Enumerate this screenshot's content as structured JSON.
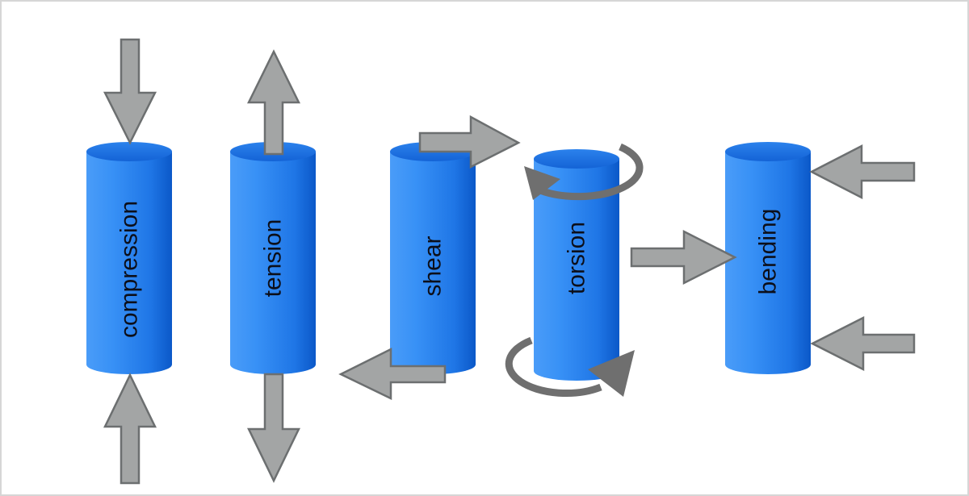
{
  "diagram": {
    "colors": {
      "cylinder_light": "#5aa8ff",
      "cylinder_mid": "#2f86ee",
      "cylinder_dark": "#0b58c8",
      "cylinder_top": "#1c70de",
      "arrow_fill": "#a3a5a5",
      "arrow_stroke": "#6c6f70",
      "twist_arrow": "#6f6f6f",
      "label": "#0c0f1a",
      "border": "#d6d6d6"
    },
    "items": [
      {
        "id": "compression",
        "label": "compression",
        "arrows": [
          "down-arrow-icon",
          "up-arrow-icon"
        ]
      },
      {
        "id": "tension",
        "label": "tension",
        "arrows": [
          "up-arrow-icon",
          "down-arrow-icon"
        ]
      },
      {
        "id": "shear",
        "label": "shear",
        "arrows": [
          "right-arrow-icon",
          "left-arrow-icon"
        ]
      },
      {
        "id": "torsion",
        "label": "torsion",
        "arrows": [
          "rotate-arrow-icon",
          "rotate-arrow-icon"
        ]
      },
      {
        "id": "bending",
        "label": "bending",
        "arrows": [
          "left-arrow-icon",
          "right-arrow-icon",
          "left-arrow-icon"
        ]
      }
    ]
  }
}
